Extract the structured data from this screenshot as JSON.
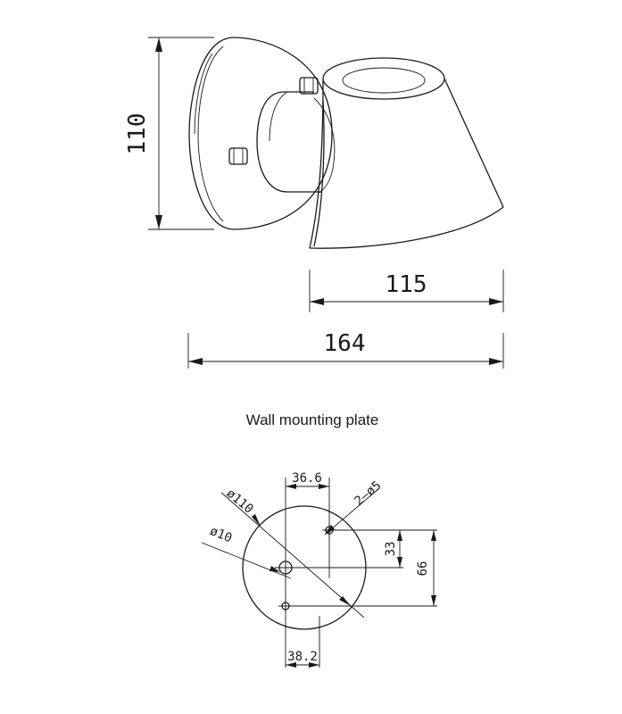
{
  "side_view": {
    "height_dim": "110",
    "head_width_dim": "115",
    "total_width_dim": "164"
  },
  "plate": {
    "title": "Wall mounting plate",
    "top_offset_dim": "36.6",
    "bottom_offset_dim": "38.2",
    "holes_dim": "2–ø5",
    "diameter_dim": "ø110",
    "center_hole_dim": "ø10",
    "hole_gap_dim": "33",
    "hole_span_dim": "66"
  }
}
